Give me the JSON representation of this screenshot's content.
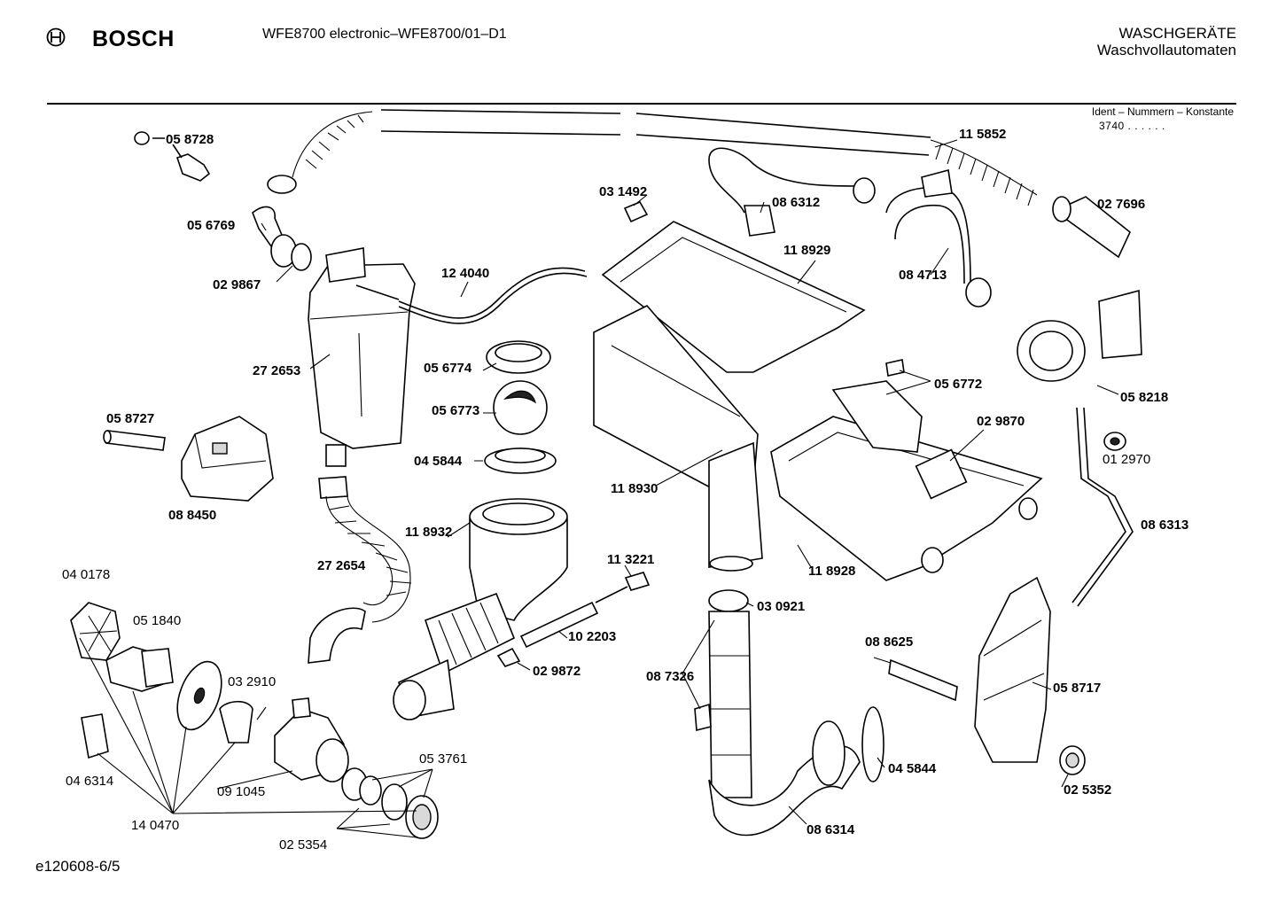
{
  "header": {
    "brand": "BOSCH",
    "model": "WFE8700 electronic–WFE8700/01–D1",
    "category_line1": "WASCHGERÄTE",
    "category_line2": "Waschvollautomaten",
    "ident_title": "Ident – Nummern – Konstante",
    "ident_code": "3740  .  .  .  .  .  ."
  },
  "footer": {
    "drawing_id": "e120608-6/5"
  },
  "parts": {
    "p058728": "05 8728",
    "p056769": "05 6769",
    "p029867": "02 9867",
    "p124040": "12 4040",
    "p272653": "27 2653",
    "p058727": "05 8727",
    "p088450": "08 8450",
    "p272654": "27 2654",
    "p040178": "04 0178",
    "p051840": "05 1840",
    "p032910": "03 2910",
    "p046314": "04 6314",
    "p091045": "09 1045",
    "p140470": "14 0470",
    "p053761": "05 3761",
    "p025354": "02 5354",
    "p056774": "05 6774",
    "p056773": "05 6773",
    "p045844a": "04 5844",
    "p118932": "11 8932",
    "p113221": "11 3221",
    "p102203": "10 2203",
    "p029872": "02 9872",
    "p031492": "03 1492",
    "p086312": "08 6312",
    "p118929": "11 8929",
    "p118930": "11 8930",
    "p115852": "11 5852",
    "p027696": "02 7696",
    "p084713": "08 4713",
    "p056772": "05 6772",
    "p029870": "02 9870",
    "p058218": "05 8218",
    "p012970": "01 2970",
    "p086313": "08 6313",
    "p118928": "11 8928",
    "p030921": "03 0921",
    "p087326": "08 7326",
    "p088625": "08 8625",
    "p058717": "05 8717",
    "p045844b": "04 5844",
    "p086314": "08 6314",
    "p025352": "02 5352"
  }
}
